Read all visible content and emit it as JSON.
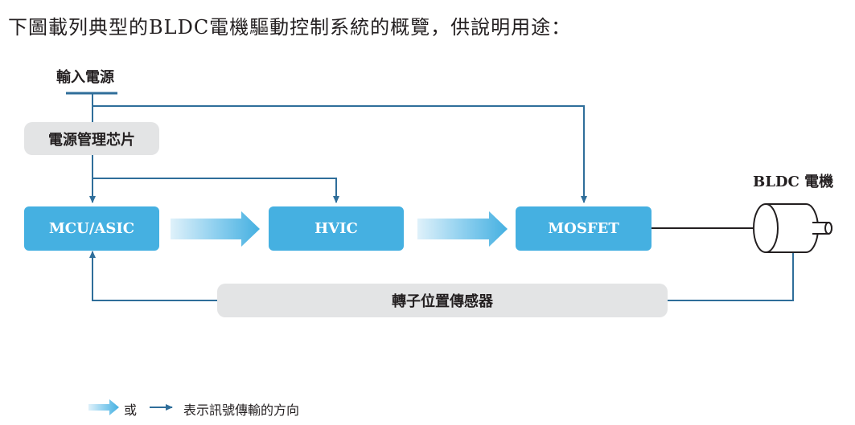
{
  "intro_text": "下圖載列典型的BLDC電機驅動控制系統的概覽，供說明用途：",
  "labels": {
    "input_power": "輸入電源",
    "motor": "BLDC 電機"
  },
  "nodes": {
    "pmic": "電源管理芯片",
    "mcu": "MCU/ASIC",
    "hvic": "HVIC",
    "mosfet": "MOSFET",
    "sensor": "轉子位置傳感器"
  },
  "legend": {
    "or": "或",
    "meaning": "表示訊號傳輸的方向"
  },
  "colors": {
    "box_blue": "#45b0e1",
    "line_blue": "#2f6e9a",
    "pill_gray": "#e3e4e5"
  }
}
